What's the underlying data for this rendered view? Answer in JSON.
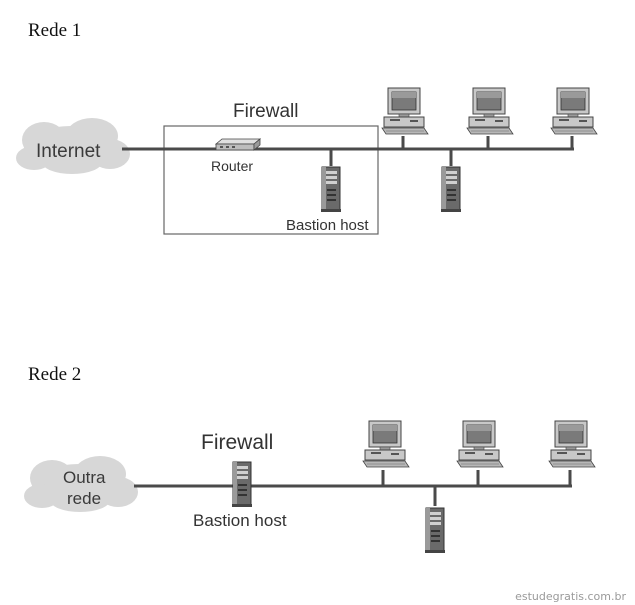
{
  "diagram1": {
    "title": "Rede 1",
    "cloud_label": "Internet",
    "firewall_label": "Firewall",
    "router_label": "Router",
    "bastion_label": "Bastion host"
  },
  "diagram2": {
    "title": "Rede 2",
    "cloud_label_line1": "Outra",
    "cloud_label_line2": "rede",
    "firewall_label": "Firewall",
    "bastion_label": "Bastion host"
  },
  "watermark": "estudegratis.com.br",
  "colors": {
    "line": "#4a4a4a",
    "cloud": "#d7d7d7",
    "device_light": "#c8c8c8",
    "device_dark": "#5a5a5a"
  }
}
